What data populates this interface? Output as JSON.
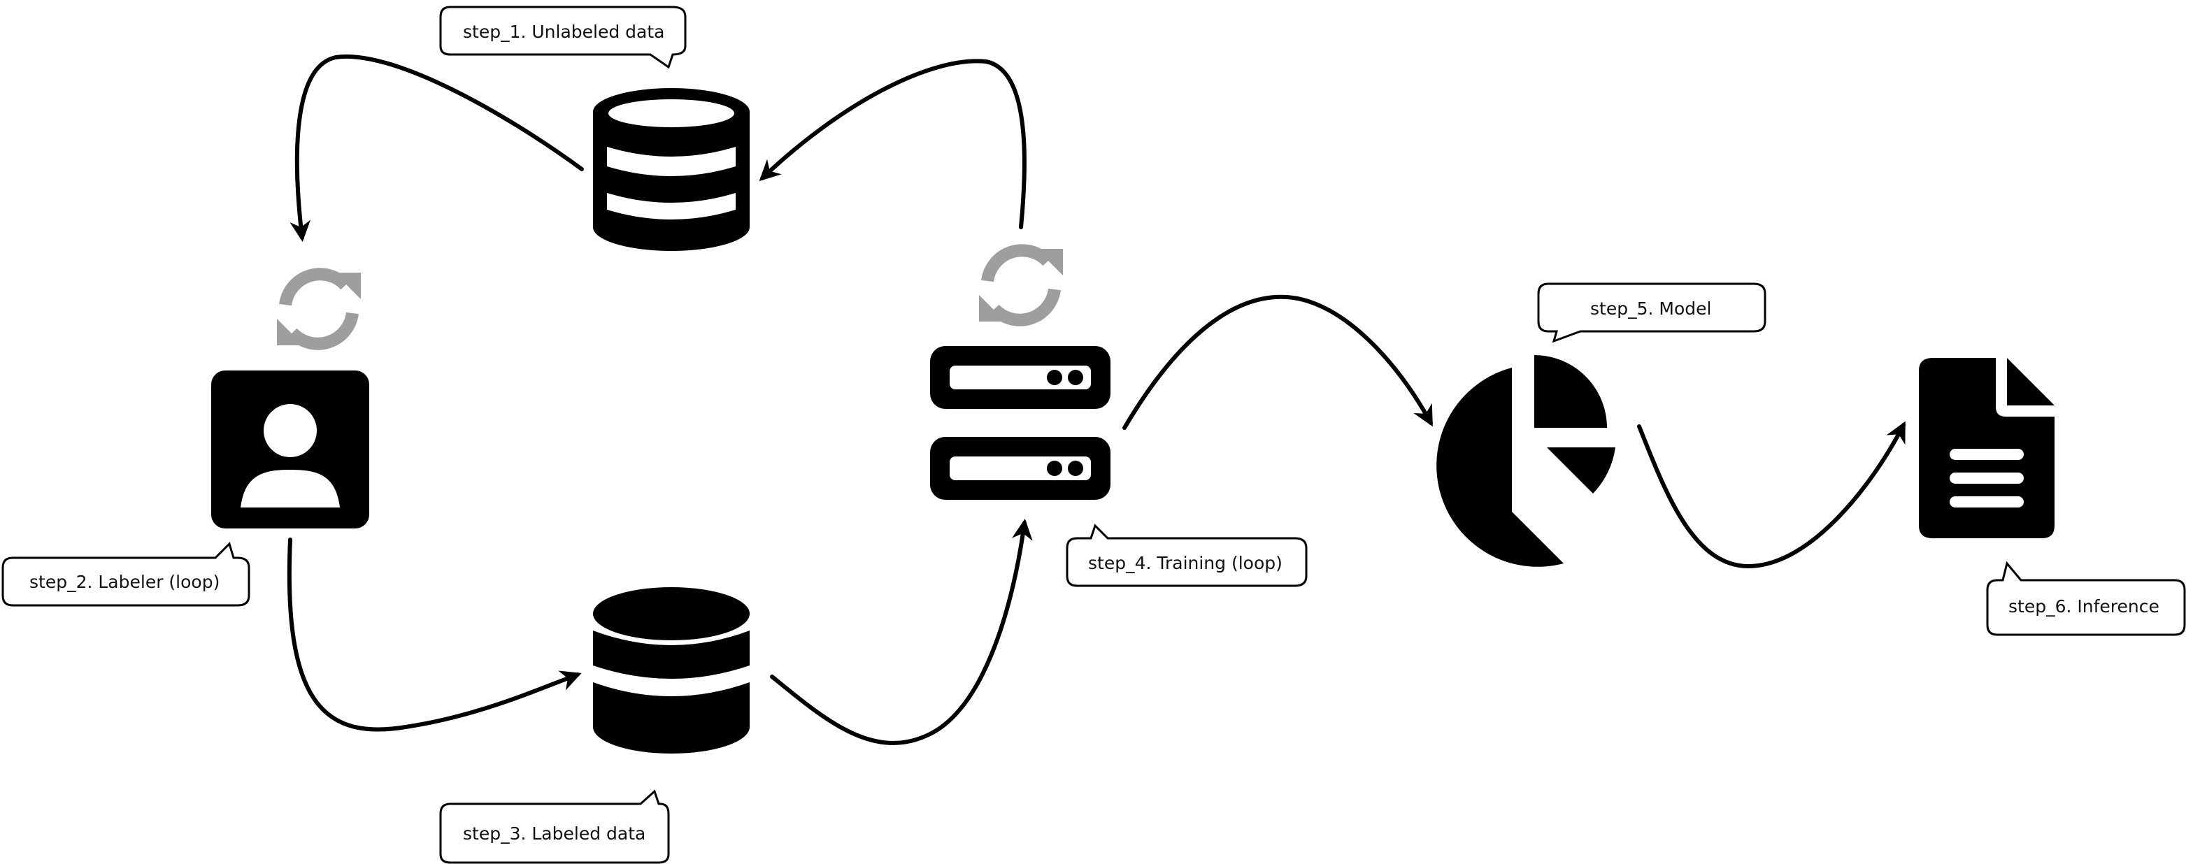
{
  "steps": [
    {
      "label": "step_1. Unlabeled data"
    },
    {
      "label": "step_2. Labeler (loop)"
    },
    {
      "label": "step_3. Labeled data"
    },
    {
      "label": "step_4. Training (loop)"
    },
    {
      "label": "step_5. Model"
    },
    {
      "label": "step_6. Inference"
    }
  ],
  "icons": {
    "unlabeled_data": "database-outline-icon",
    "labeler": "user-account-icon",
    "labeler_loop": "refresh-icon",
    "labeled_data": "database-icon",
    "training": "server-icon",
    "training_loop": "refresh-icon",
    "model": "pie-chart-icon",
    "inference": "document-icon"
  },
  "colors": {
    "stroke": "#000000",
    "loop_icon": "#9e9e9e"
  }
}
